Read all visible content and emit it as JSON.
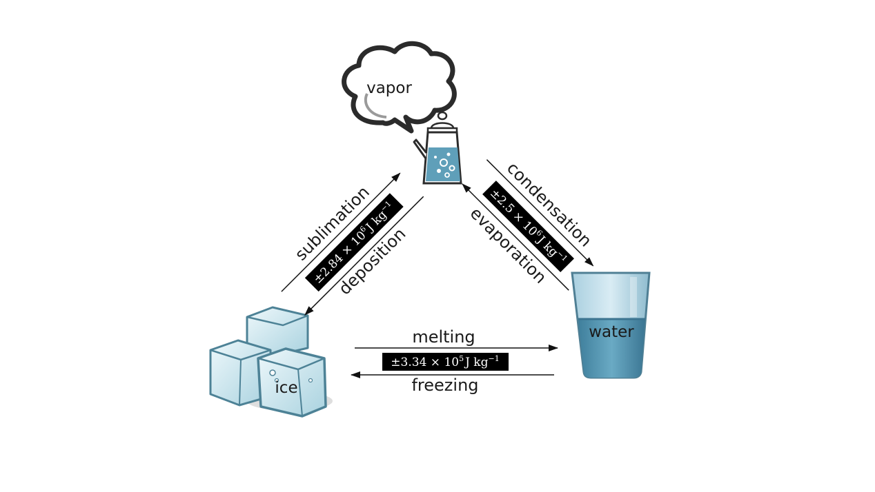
{
  "states": {
    "vapor": "vapor",
    "water": "water",
    "ice": "ice"
  },
  "transitions": {
    "sublimation": "sublimation",
    "deposition": "deposition",
    "condensation": "condensation",
    "evaporation": "evaporation",
    "melting": "melting",
    "freezing": "freezing"
  },
  "latent_heat": {
    "ice_vapor": {
      "prefix": "±2.84 × 10",
      "exp": "6",
      "unit": "J kg",
      "unit_exp": "−1"
    },
    "vapor_water": {
      "prefix": "±2.5 × 10",
      "exp": "6",
      "unit": "J kg",
      "unit_exp": "−1"
    },
    "ice_water": {
      "prefix": "±3.34 × 10",
      "exp": "5",
      "unit": "J kg",
      "unit_exp": "−1"
    }
  },
  "colors": {
    "water_fill": "#5f9fb9",
    "water_light": "#cfe6f0",
    "ice_fill": "#d7edf3",
    "ice_edge": "#5a8fa3",
    "outline": "#333333",
    "label_box": "#000000"
  }
}
